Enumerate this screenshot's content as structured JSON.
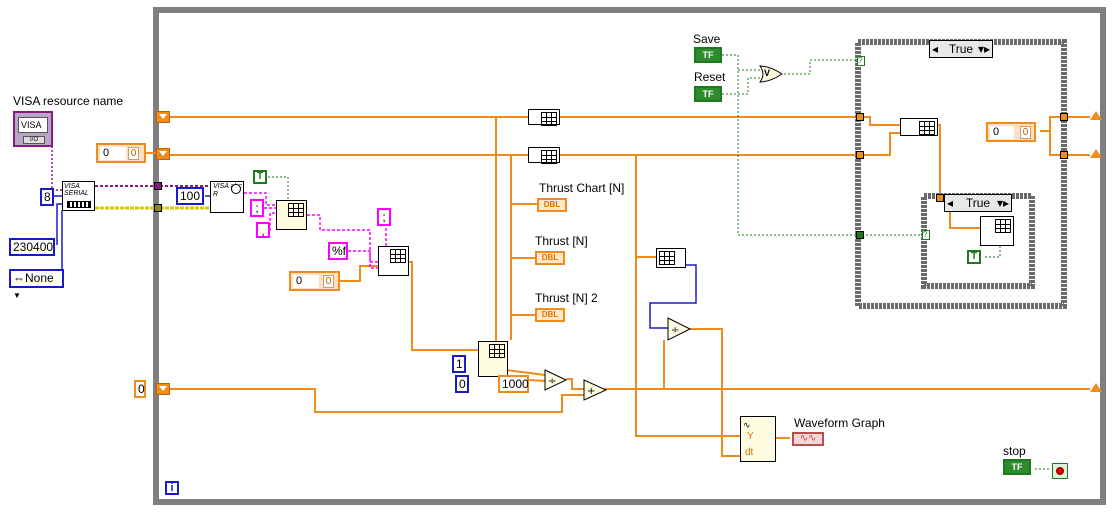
{
  "labels": {
    "visa_resource": "VISA resource name",
    "save": "Save",
    "reset": "Reset",
    "thrust_chart": "Thrust Chart [N]",
    "thrust": "Thrust [N]",
    "thrust2": "Thrust [N] 2",
    "waveform_graph": "Waveform Graph",
    "stop": "stop"
  },
  "constants": {
    "baud_rate": "230400",
    "data_bits": "8",
    "parity": "None",
    "timeout": "100",
    "format": "%f",
    "sep1": ";",
    "sep2": ",",
    "sep3": ";",
    "index_a": "1",
    "index_b": "0",
    "divisor": "1000",
    "loop_init": "0"
  },
  "shift_register_inits": {
    "upper": "0",
    "upper_spin": "0",
    "middle": "0",
    "middle_spin": "0",
    "right": "0",
    "right_spin": "0"
  },
  "indicators": {
    "dbl_tag": "DBL",
    "bool_tag": "TF",
    "t_const": "T",
    "info": "i"
  },
  "case_structures": {
    "outer_selector": "True",
    "inner_selector": "True"
  },
  "node_text": {
    "visa_serial": "VISA SERIAL",
    "visa_read": "VISA abc R",
    "visa_ctl": "VISA",
    "waveform_y": "Y",
    "waveform_dt": "dt",
    "or_gate": "V"
  },
  "colors": {
    "numeric_wire": "#f08c1e",
    "string_wire": "#ff00ff",
    "bool_wire": "#1f7a1f",
    "visa_wire": "#8a1a8a",
    "error_wire": "#d8c800",
    "loop_frame": "#7f7f7f"
  }
}
